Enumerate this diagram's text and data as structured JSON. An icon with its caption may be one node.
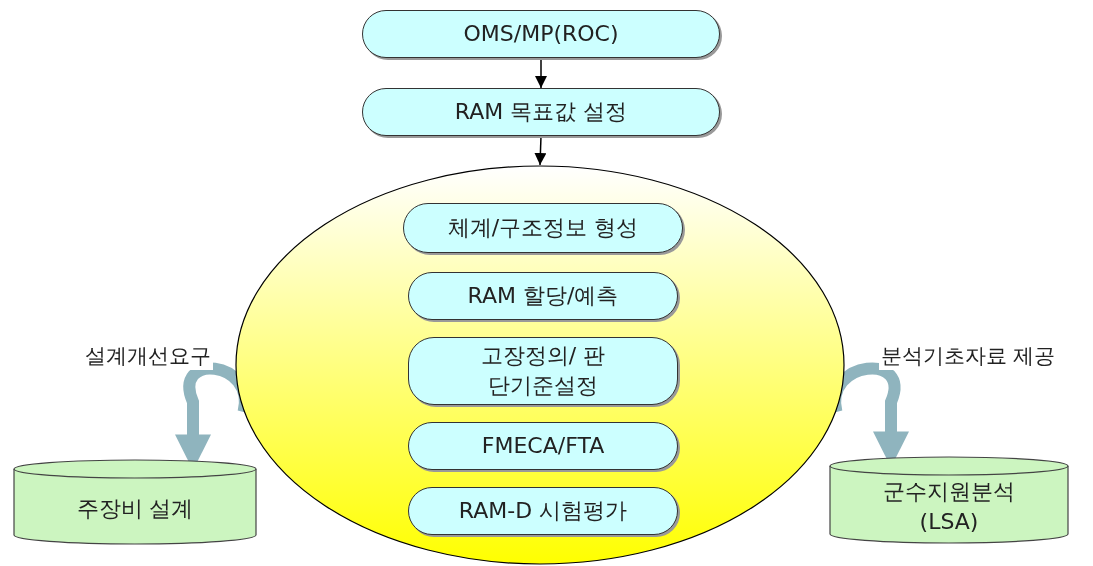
{
  "diagram": {
    "nodes": [
      {
        "text": [
          "OMS/MP(ROC)"
        ]
      },
      {
        "text": [
          "RAM 목표값 설정"
        ]
      },
      {
        "text": [],
        "shape": "ellipse"
      },
      {
        "text": [
          "체계/구조정보 형성"
        ],
        "in": 2
      },
      {
        "text": [
          "RAM 할당/예측"
        ],
        "in": 2
      },
      {
        "text": [
          "고장정의/ 판단기준설정"
        ],
        "in": 2
      },
      {
        "text": [
          "FMECA/FTA"
        ],
        "in": 2
      },
      {
        "text": [
          "RAM-D 시험평가"
        ],
        "in": 2
      },
      {
        "text": [
          "주장비 설계"
        ]
      },
      {
        "text": [
          "군수지원분석 (LSA)"
        ]
      }
    ],
    "edges": [
      {
        "from": 0,
        "to": 1,
        "arrow": "to"
      },
      {
        "from": 1,
        "to": 2,
        "arrow": "to"
      },
      {
        "from": 2,
        "to": 8,
        "arrow": "to",
        "label": "설계개선요구",
        "style": "thick",
        "color": "#8fb4be"
      },
      {
        "from": 2,
        "to": 9,
        "arrow": "to",
        "label": "분석기초자료 제공",
        "style": "thick",
        "color": "#8fb4be"
      }
    ]
  }
}
